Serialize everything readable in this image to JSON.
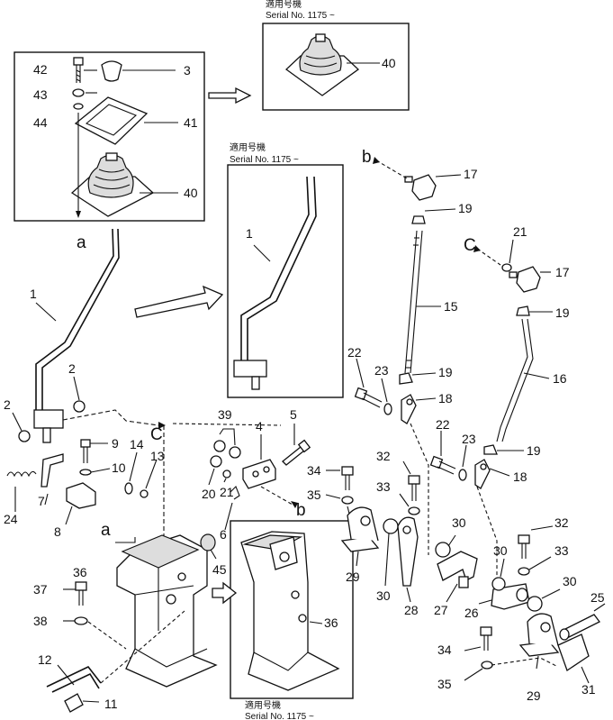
{
  "serial_notes": {
    "applicable_label": "適用号機",
    "serial_text": "Serial No. 1175 ~"
  },
  "callouts": {
    "a": "a",
    "b": "b",
    "c": "C",
    "n1": "1",
    "n2": "2",
    "n3": "3",
    "n4": "4",
    "n5": "5",
    "n6": "6",
    "n7": "7",
    "n8": "8",
    "n9": "9",
    "n10": "10",
    "n11": "11",
    "n12": "12",
    "n13": "13",
    "n14": "14",
    "n15": "15",
    "n16": "16",
    "n17": "17",
    "n18": "18",
    "n19": "19",
    "n20": "20",
    "n21": "21",
    "n22": "22",
    "n23": "23",
    "n24": "24",
    "n25": "25",
    "n26": "26",
    "n27": "27",
    "n28": "28",
    "n29": "29",
    "n30": "30",
    "n31": "31",
    "n32": "32",
    "n33": "33",
    "n34": "34",
    "n35": "35",
    "n36": "36",
    "n37": "37",
    "n38": "38",
    "n39": "39",
    "n40": "40",
    "n41": "41",
    "n42": "42",
    "n43": "43",
    "n44": "44",
    "n45": "45"
  }
}
